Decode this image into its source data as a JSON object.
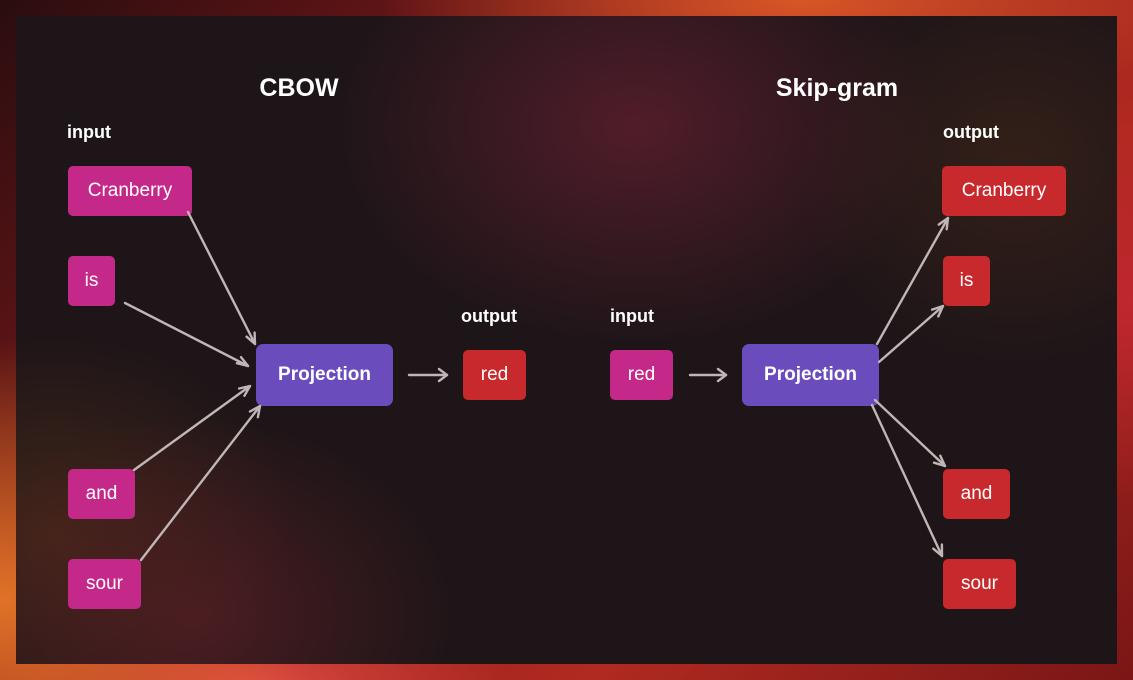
{
  "cbow": {
    "title": "CBOW",
    "input_label": "input",
    "output_label": "output",
    "inputs": [
      "Cranberry",
      "is",
      "and",
      "sour"
    ],
    "projection": "Projection",
    "output": "red"
  },
  "skipgram": {
    "title": "Skip-gram",
    "input_label": "input",
    "output_label": "output",
    "input": "red",
    "projection": "Projection",
    "outputs": [
      "Cranberry",
      "is",
      "and",
      "sour"
    ]
  },
  "colors": {
    "input_word": "#c4298a",
    "output_word": "#c8292d",
    "projection": "#6a4cbd",
    "arrow": "#bfb6b6"
  }
}
